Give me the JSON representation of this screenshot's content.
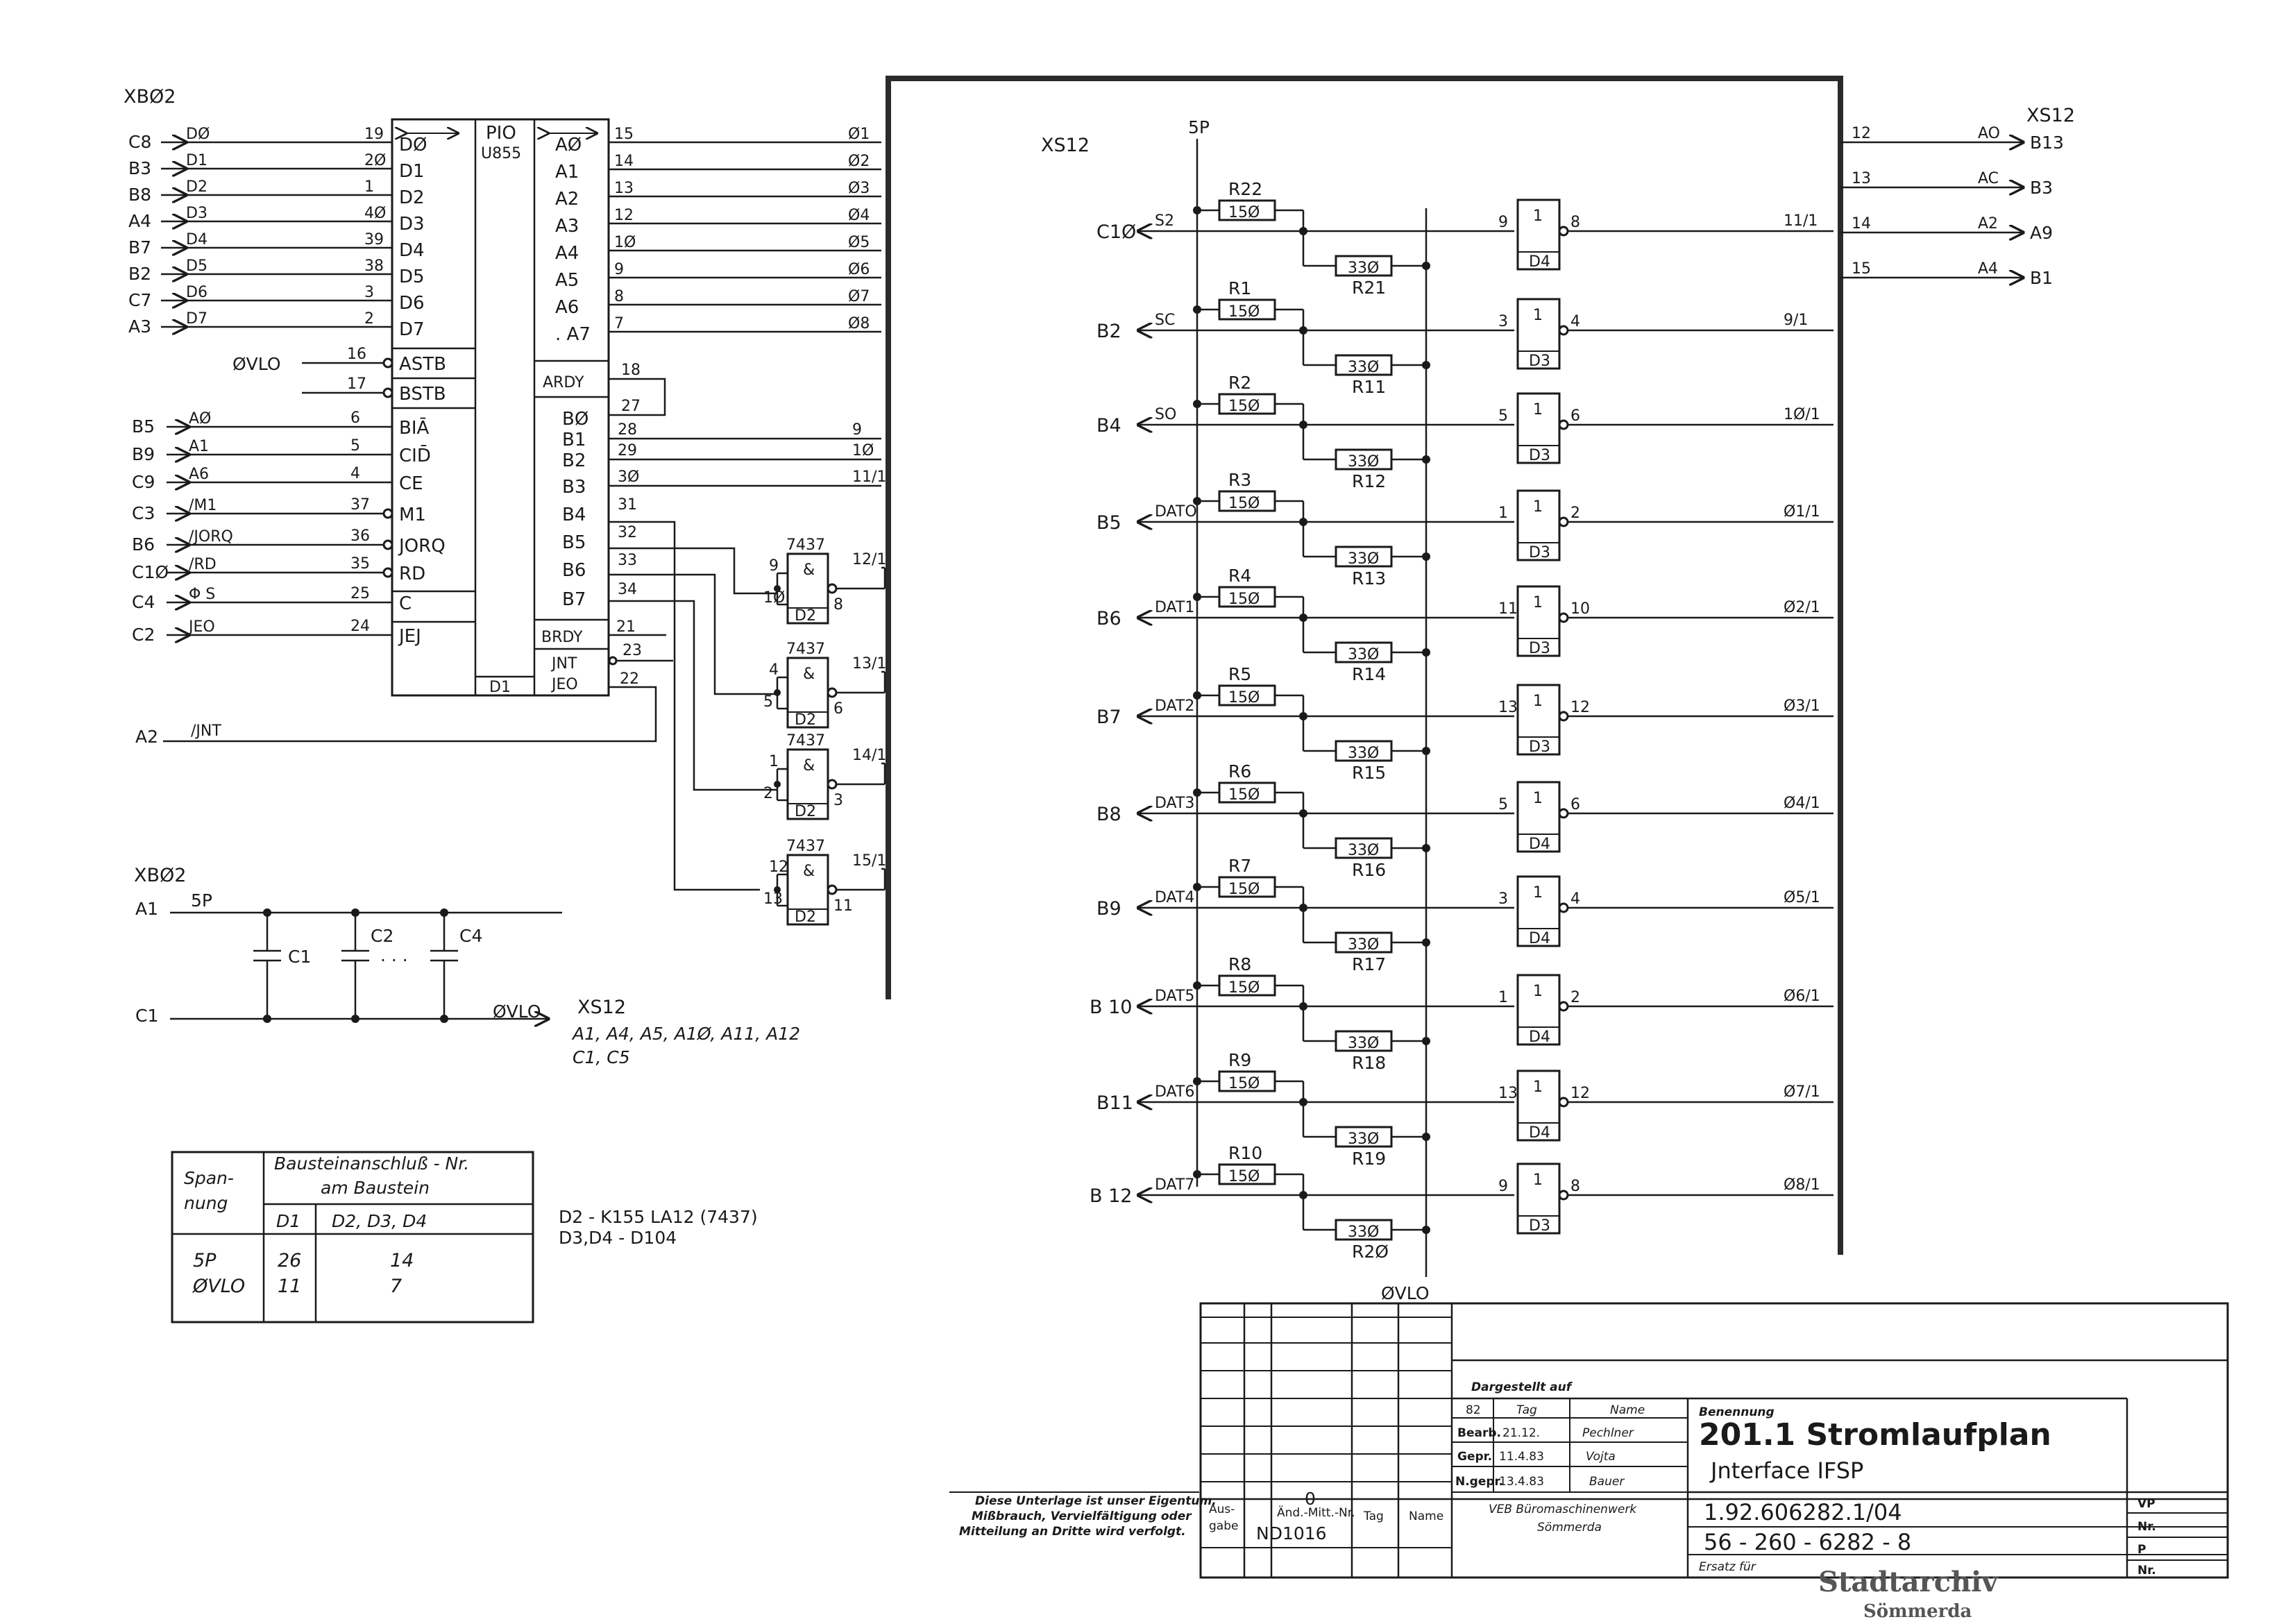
{
  "connectors": {
    "xb02_top": "XBØ2",
    "xb02_bottom": "XBØ2",
    "xs12_mid": "XS12",
    "xs12_right": "XS12",
    "xs12_cap": "XS12"
  },
  "pio": {
    "name": "PIO",
    "type": "U855",
    "ref": "D1",
    "data_pins": [
      {
        "conn": "C8",
        "sig": "DØ",
        "pin": "19",
        "label": "DØ"
      },
      {
        "conn": "B3",
        "sig": "D1",
        "pin": "2Ø",
        "label": "D1"
      },
      {
        "conn": "B8",
        "sig": "D2",
        "pin": "1",
        "label": "D2"
      },
      {
        "conn": "A4",
        "sig": "D3",
        "pin": "4Ø",
        "label": "D3"
      },
      {
        "conn": "B7",
        "sig": "D4",
        "pin": "39",
        "label": "D4"
      },
      {
        "conn": "B2",
        "sig": "D5",
        "pin": "38",
        "label": "D5"
      },
      {
        "conn": "C7",
        "sig": "D6",
        "pin": "3",
        "label": "D6"
      },
      {
        "conn": "A3",
        "sig": "D7",
        "pin": "2",
        "label": "D7"
      }
    ],
    "strobe_pins": [
      {
        "conn": "ØVLO",
        "pin": "16",
        "label": "ASTB"
      },
      {
        "conn": "",
        "pin": "17",
        "label": "BSTB"
      }
    ],
    "ctrl_pins": [
      {
        "conn": "B5",
        "sig": "AØ",
        "pin": "6",
        "label": "BIĀ"
      },
      {
        "conn": "B9",
        "sig": "A1",
        "pin": "5",
        "label": "CID̄"
      },
      {
        "conn": "C9",
        "sig": "A6",
        "pin": "4",
        "label": "CE"
      },
      {
        "conn": "C3",
        "sig": "/M1",
        "pin": "37",
        "label": "M1"
      },
      {
        "conn": "B6",
        "sig": "/JORQ",
        "pin": "36",
        "label": "JORQ"
      },
      {
        "conn": "C1Ø",
        "sig": "/RD",
        "pin": "35",
        "label": "RD"
      },
      {
        "conn": "C4",
        "sig": "Φ S",
        "pin": "25",
        "label": "C"
      },
      {
        "conn": "C2",
        "sig": "JEO",
        "pin": "24",
        "label": "JEJ"
      }
    ],
    "porta": [
      {
        "label": "AØ",
        "pin": "15",
        "out": "Ø1"
      },
      {
        "label": "A1",
        "pin": "14",
        "out": "Ø2"
      },
      {
        "label": "A2",
        "pin": "13",
        "out": "Ø3"
      },
      {
        "label": "A3",
        "pin": "12",
        "out": "Ø4"
      },
      {
        "label": "A4",
        "pin": "1Ø",
        "out": "Ø5"
      },
      {
        "label": "A5",
        "pin": "9",
        "out": "Ø6"
      },
      {
        "label": "A6",
        "pin": "8",
        "out": "Ø7"
      },
      {
        "label": ". A7",
        "pin": "7",
        "out": "Ø8"
      }
    ],
    "ardy": {
      "label": "ARDY",
      "pin": "18"
    },
    "loop_pin": "27",
    "portb": [
      {
        "label": "BØ",
        "pin": ""
      },
      {
        "label": "B1",
        "pin": "28",
        "out": "9"
      },
      {
        "label": "B2",
        "pin": "29",
        "out": "1Ø"
      },
      {
        "label": "B3",
        "pin": "3Ø",
        "out": "11/1"
      },
      {
        "label": "B4",
        "pin": "31"
      },
      {
        "label": "B5",
        "pin": "32"
      },
      {
        "label": "B6",
        "pin": "33"
      },
      {
        "label": "B7",
        "pin": "34"
      }
    ],
    "brdy": {
      "label": "BRDY",
      "pin": "21"
    },
    "int": {
      "label": "JNT",
      "pin": "23"
    },
    "ieo": {
      "label": "JEO",
      "pin": "22"
    },
    "int_line": {
      "conn": "A2",
      "sig": "/JNT"
    }
  },
  "nand_gates": [
    {
      "type": "7437",
      "sym": "&",
      "in1": "9",
      "in2": "1Ø",
      "out": "8",
      "ref": "D2",
      "ext": "12/1"
    },
    {
      "type": "7437",
      "sym": "&",
      "in1": "4",
      "in2": "5",
      "out": "6",
      "ref": "D2",
      "ext": "13/1"
    },
    {
      "type": "7437",
      "sym": "&",
      "in1": "1",
      "in2": "2",
      "out": "3",
      "ref": "D2",
      "ext": "14/1"
    },
    {
      "type": "7437",
      "sym": "&",
      "in1": "12",
      "in2": "13",
      "out": "11",
      "ref": "D2",
      "ext": "15/1"
    }
  ],
  "power": {
    "conn_a": "A1",
    "sig_5p": "5P",
    "conn_c": "C1",
    "caps": [
      "C1",
      "C2",
      "C4"
    ],
    "dots": ". . .",
    "gnd": "ØVLO",
    "pins_line1": "A1, A4, A5, A1Ø, A11, A12",
    "pins_line2": "C1, C5"
  },
  "pin_table": {
    "header_voltage": "Span-\nnung",
    "header_group": "Bausteinanschluß - Nr.",
    "header_group2": "am Baustein",
    "col_d1": "D1",
    "col_rest": "D2, D3, D4",
    "rows": [
      {
        "v": "5P",
        "d1": "26",
        "rest": "14"
      },
      {
        "v": "ØVLO",
        "d1": "11",
        "rest": "7"
      }
    ]
  },
  "notes": {
    "line1": "D2 - K155 LA12 (7437)",
    "line2": "D3,D4 - D104"
  },
  "driver": {
    "rail_top": "5P",
    "rail_bottom": "ØVLO",
    "channels": [
      {
        "conn": "C1Ø",
        "sig": "S2",
        "r1": "R22",
        "v1": "15Ø",
        "r2": "R21",
        "v2": "33Ø",
        "in": "9",
        "out": "8",
        "ref": "D4",
        "ext": "11/1"
      },
      {
        "conn": "B2",
        "sig": "SC",
        "r1": "R1",
        "v1": "15Ø",
        "r2": "R11",
        "v2": "33Ø",
        "in": "3",
        "out": "4",
        "ref": "D3",
        "ext": "9/1"
      },
      {
        "conn": "B4",
        "sig": "SO",
        "r1": "R2",
        "v1": "15Ø",
        "r2": "R12",
        "v2": "33Ø",
        "in": "5",
        "out": "6",
        "ref": "D3",
        "ext": "1Ø/1"
      },
      {
        "conn": "B5",
        "sig": "DATO",
        "r1": "R3",
        "v1": "15Ø",
        "r2": "R13",
        "v2": "33Ø",
        "in": "1",
        "out": "2",
        "ref": "D3",
        "ext": "Ø1/1"
      },
      {
        "conn": "B6",
        "sig": "DAT1",
        "r1": "R4",
        "v1": "15Ø",
        "r2": "R14",
        "v2": "33Ø",
        "in": "11",
        "out": "10",
        "ref": "D3",
        "ext": "Ø2/1"
      },
      {
        "conn": "B7",
        "sig": "DAT2",
        "r1": "R5",
        "v1": "15Ø",
        "r2": "R15",
        "v2": "33Ø",
        "in": "13",
        "out": "12",
        "ref": "D3",
        "ext": "Ø3/1"
      },
      {
        "conn": "B8",
        "sig": "DAT3",
        "r1": "R6",
        "v1": "15Ø",
        "r2": "R16",
        "v2": "33Ø",
        "in": "5",
        "out": "6",
        "ref": "D4",
        "ext": "Ø4/1"
      },
      {
        "conn": "B9",
        "sig": "DAT4",
        "r1": "R7",
        "v1": "15Ø",
        "r2": "R17",
        "v2": "33Ø",
        "in": "3",
        "out": "4",
        "ref": "D4",
        "ext": "Ø5/1"
      },
      {
        "conn": "B 10",
        "sig": "DAT5",
        "r1": "R8",
        "v1": "15Ø",
        "r2": "R18",
        "v2": "33Ø",
        "in": "1",
        "out": "2",
        "ref": "D4",
        "ext": "Ø6/1"
      },
      {
        "conn": "B11",
        "sig": "DAT6",
        "r1": "R9",
        "v1": "15Ø",
        "r2": "R19",
        "v2": "33Ø",
        "in": "13",
        "out": "12",
        "ref": "D4",
        "ext": "Ø7/1"
      },
      {
        "conn": "B 12",
        "sig": "DAT7",
        "r1": "R10",
        "v1": "15Ø",
        "r2": "R2Ø",
        "v2": "33Ø",
        "in": "9",
        "out": "8",
        "ref": "D3",
        "ext": "Ø8/1"
      }
    ]
  },
  "xs12_out": [
    {
      "pin": "12",
      "sig": "AO",
      "dest": "B13"
    },
    {
      "pin": "13",
      "sig": "AC",
      "dest": "B3"
    },
    {
      "pin": "14",
      "sig": "A2",
      "dest": "A9"
    },
    {
      "pin": "15",
      "sig": "A4",
      "dest": "B1"
    }
  ],
  "title_block": {
    "dargestellt": "Dargestellt auf",
    "year": "82",
    "tag": "Tag",
    "name": "Name",
    "bearb": "Bearb.",
    "bearb_date": "21.12.",
    "bearb_name": "Pechlner",
    "gepr": "Gepr.",
    "gepr_date": "11.4.83",
    "gepr_name": "Vojta",
    "ngepr": "N.gepr.",
    "ngepr_date": "13.4.83",
    "ngepr_name": "Bauer",
    "company": "VEB Büromaschinenwerk",
    "city": "Sömmerda",
    "benennung": "Benennung",
    "title": "201.1 Stromlaufplan",
    "subtitle": "Jnterface IFSP",
    "drawing_no": "1.92.606282.1/04",
    "part_no": "56 - 260 - 6282 - 8",
    "ersatz": "Ersatz für",
    "vp": "VP",
    "nr1": "Nr.",
    "p": "P",
    "nr2": "Nr.",
    "ausgabe": "Aus-\ngabe",
    "aend": "Änd.-Mitt.-Nr.",
    "aend_val": "0",
    "aend_no": "ND1016",
    "tag2": "Tag",
    "name2": "Name",
    "notice1": "Diese Unterlage ist unser Eigentum.",
    "notice2": "Mißbrauch, Vervielfältigung oder",
    "notice3": "Mitteilung an Dritte wird verfolgt.",
    "archive": "Stadtarchiv",
    "archive_city": "Sömmerda"
  }
}
